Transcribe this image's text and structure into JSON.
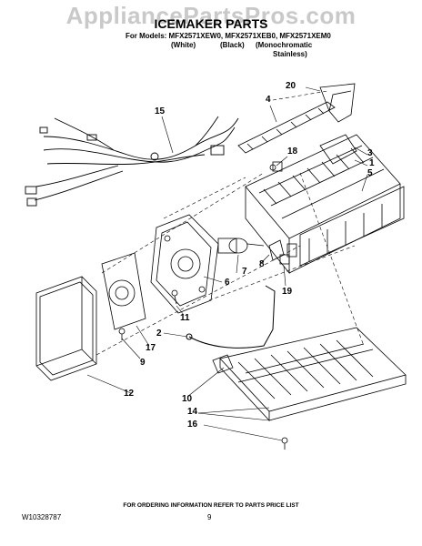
{
  "watermark": "AppliancePartsPros.com",
  "title": "ICEMAKER PARTS",
  "models_line": "For Models: MFX2571XEW0, MFX2571XEB0, MFX2571XEM0",
  "variants": [
    "(White)",
    "(Black)",
    "(Monochromatic",
    "Stainless)"
  ],
  "callouts": [
    "20",
    "4",
    "15",
    "3",
    "1",
    "18",
    "5",
    "6",
    "7",
    "8",
    "19",
    "11",
    "2",
    "17",
    "9",
    "12",
    "10",
    "14",
    "16"
  ],
  "footer": {
    "info": "FOR ORDERING INFORMATION REFER TO PARTS PRICE LIST",
    "doc_number": "W10328787",
    "page_number": "9"
  }
}
